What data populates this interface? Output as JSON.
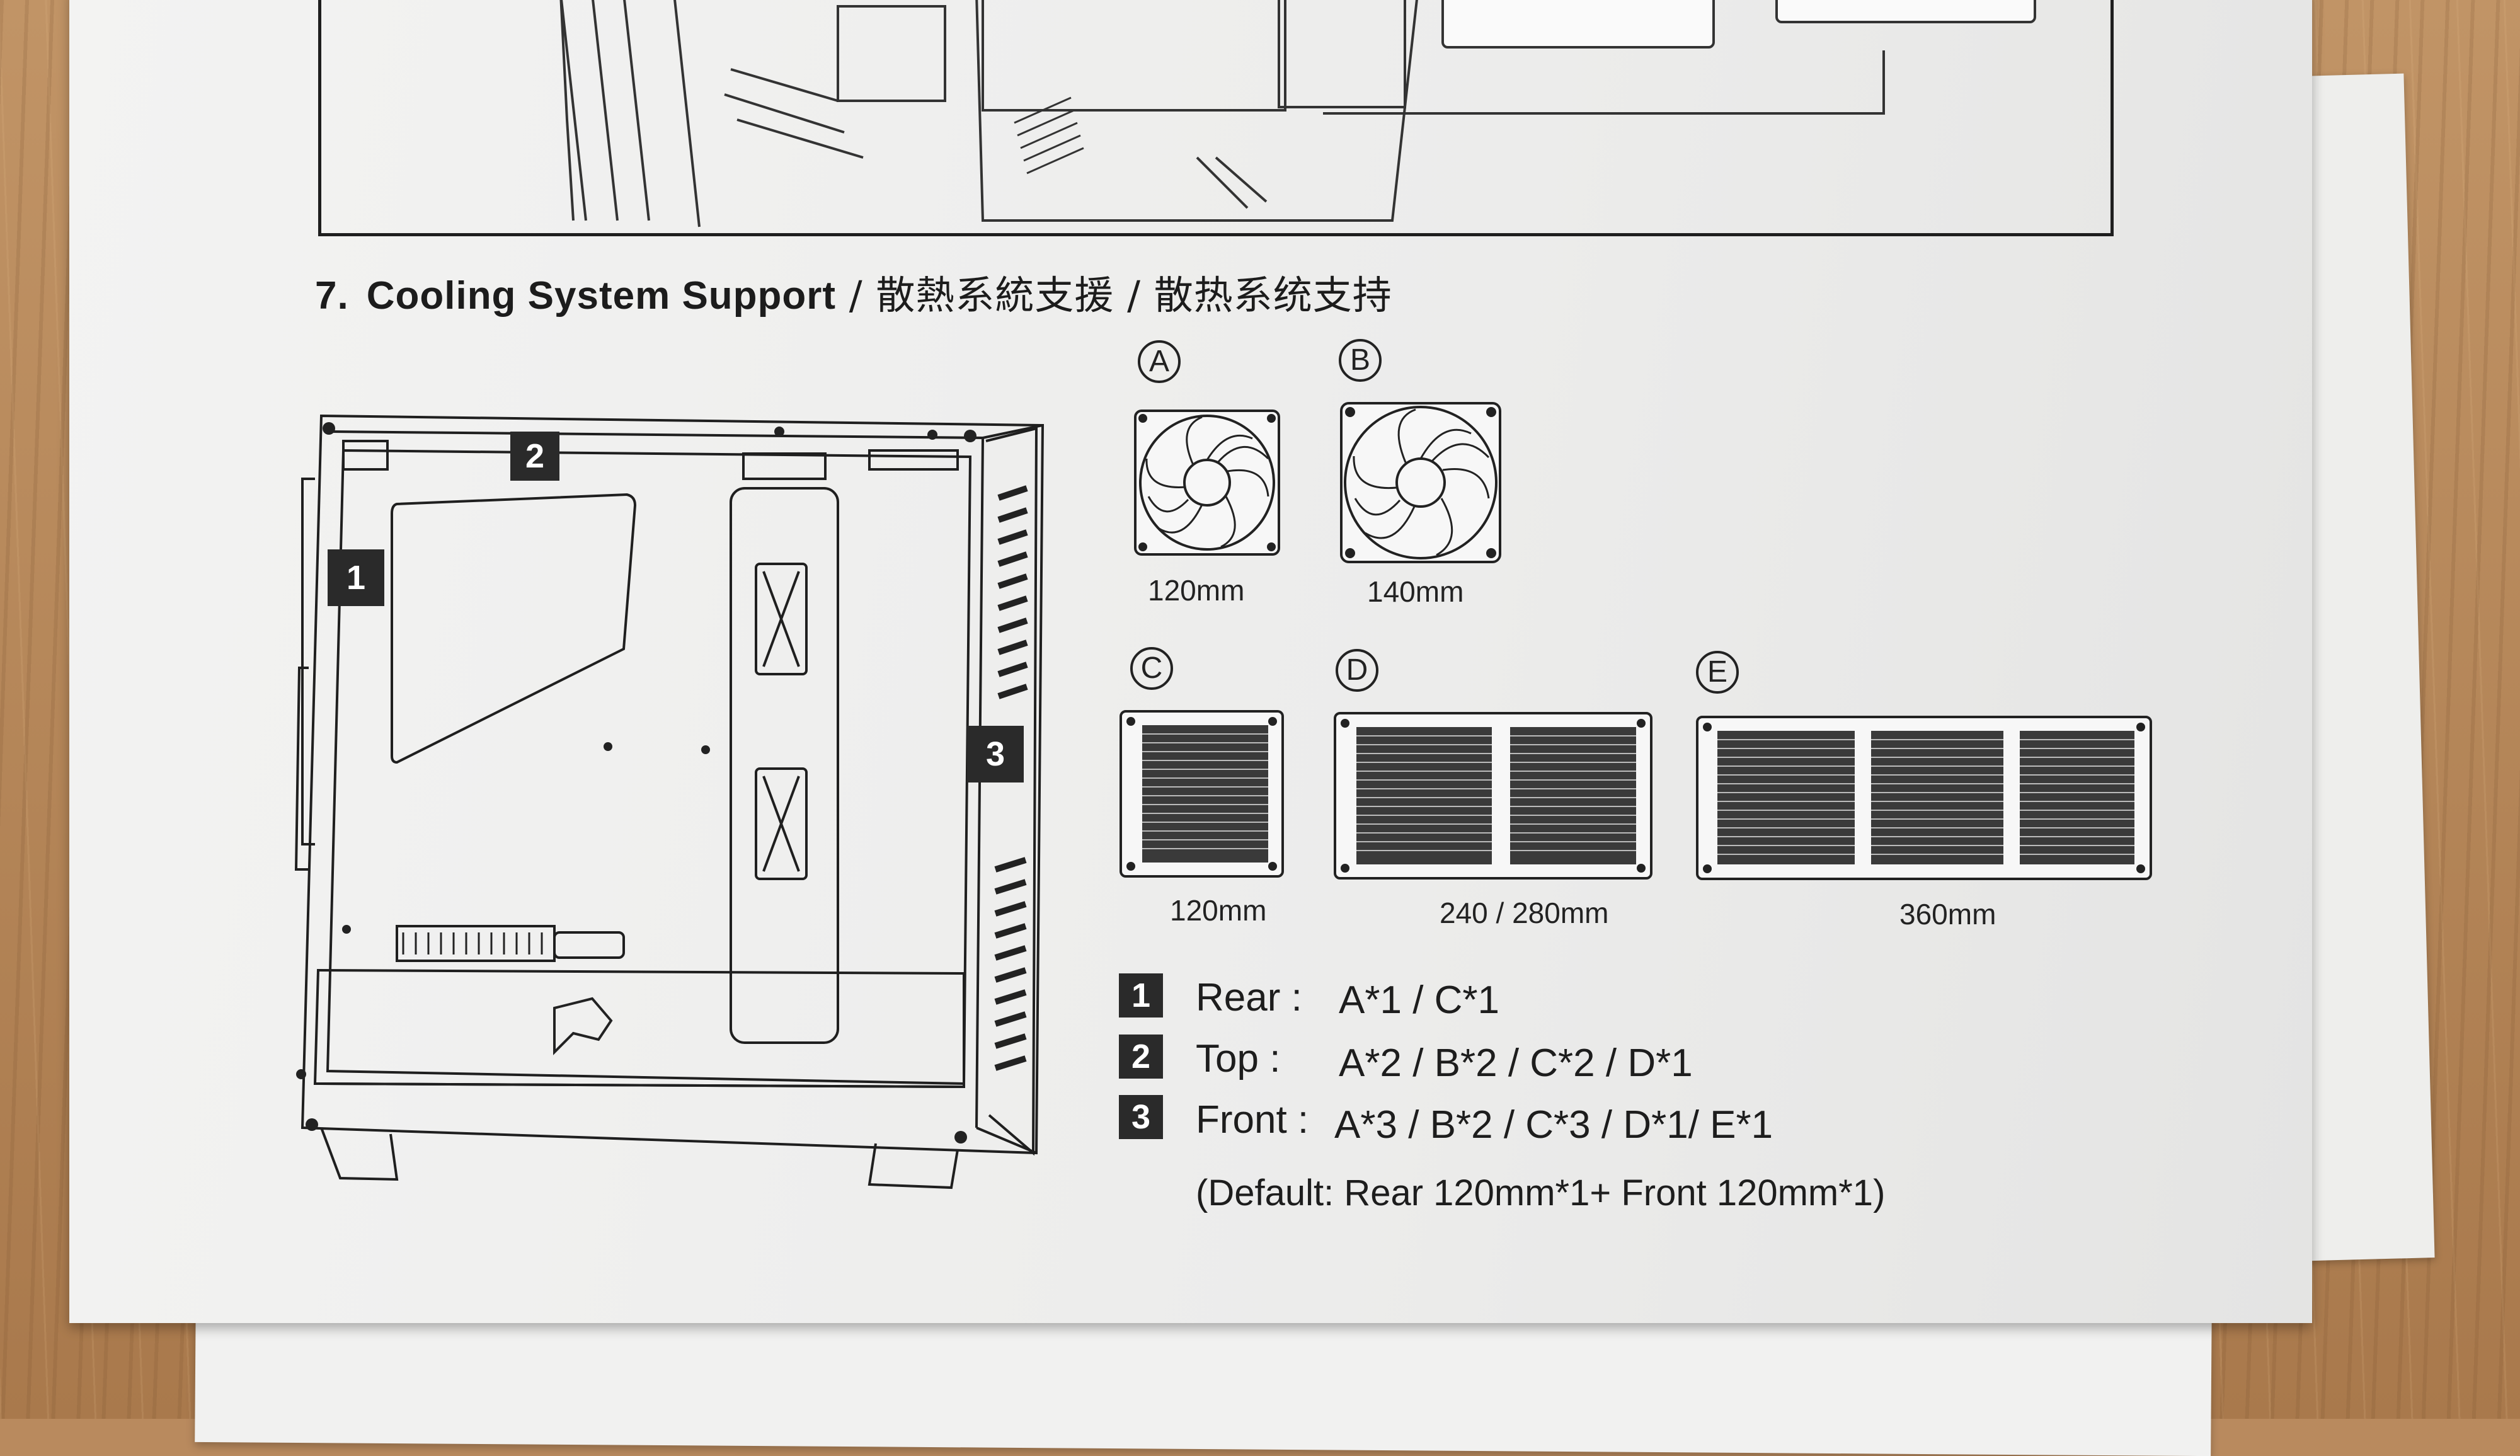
{
  "heading": {
    "number": "7.",
    "english": "Cooling System Support",
    "sep1": " / ",
    "chinese_traditional": "散熱系統支援",
    "sep2": " / ",
    "chinese_simplified": "散热系统支持"
  },
  "fans": [
    {
      "letter": "A",
      "size": "120mm"
    },
    {
      "letter": "B",
      "size": "140mm"
    }
  ],
  "radiators": [
    {
      "letter": "C",
      "size": "120mm"
    },
    {
      "letter": "D",
      "size": "240 / 280mm"
    },
    {
      "letter": "E",
      "size": "360mm"
    }
  ],
  "case_markers": [
    "1",
    "2",
    "3"
  ],
  "support": [
    {
      "number": "1",
      "location": "Rear :",
      "value": "A*1 / C*1"
    },
    {
      "number": "2",
      "location": "Top :",
      "value": "A*2 / B*2 / C*2 / D*1"
    },
    {
      "number": "3",
      "location": "Front :",
      "value": "A*3 / B*2 / C*3 / D*1/ E*1"
    }
  ],
  "default_note": "(Default: Rear 120mm*1+ Front 120mm*1)"
}
